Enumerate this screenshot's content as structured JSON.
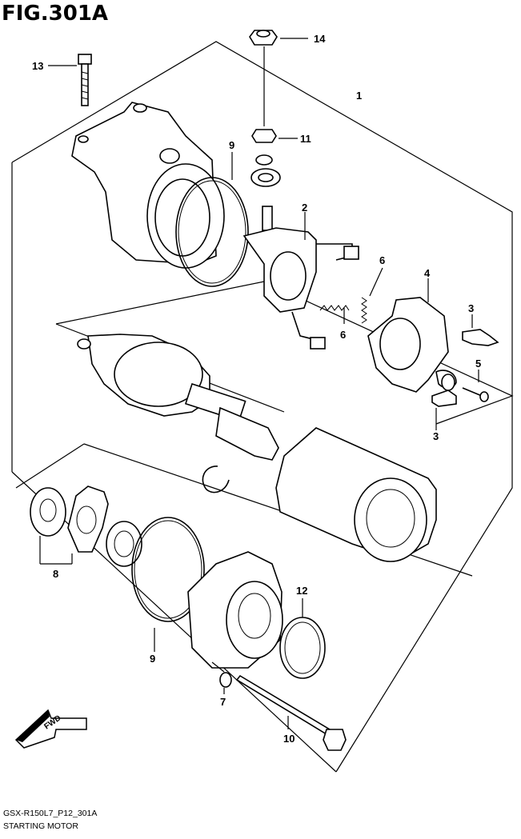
{
  "figure": {
    "title": "FIG.301A"
  },
  "callouts": {
    "c1": "1",
    "c2": "2",
    "c3a": "3",
    "c3b": "3",
    "c4": "4",
    "c5": "5",
    "c6a": "6",
    "c6b": "6",
    "c7": "7",
    "c8": "8",
    "c9a": "9",
    "c9b": "9",
    "c10": "10",
    "c11": "11",
    "c12": "12",
    "c13": "13",
    "c14": "14"
  },
  "fwd_label": "FWD",
  "footer": {
    "code": "GSX-R150L7_P12_301A",
    "name": "STARTING MOTOR"
  }
}
